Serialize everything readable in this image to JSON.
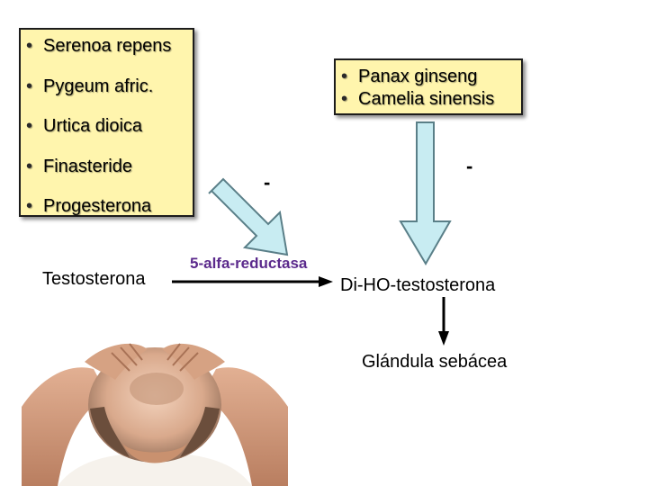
{
  "inhibitors_left": [
    "Serenoa repens",
    "Pygeum  afric.",
    "Urtica dioica",
    "Finasteride",
    "Progesterona"
  ],
  "inhibitors_right": [
    "Panax ginseng",
    "Camelia sinensis"
  ],
  "bullet": "•",
  "inhibition_symbol": "-",
  "enzyme": "5-alfa-reductasa",
  "substrate": "Testosterona",
  "product": "Di-HO-testosterona",
  "target": "Glándula sebácea",
  "colors": {
    "box_fill": "#fff5ad",
    "enzyme_text": "#5b2a8c",
    "block_arrow_fill": "#c8ecf2",
    "block_arrow_stroke": "#5a7f88"
  },
  "image": "bald-man-holding-head-photo"
}
